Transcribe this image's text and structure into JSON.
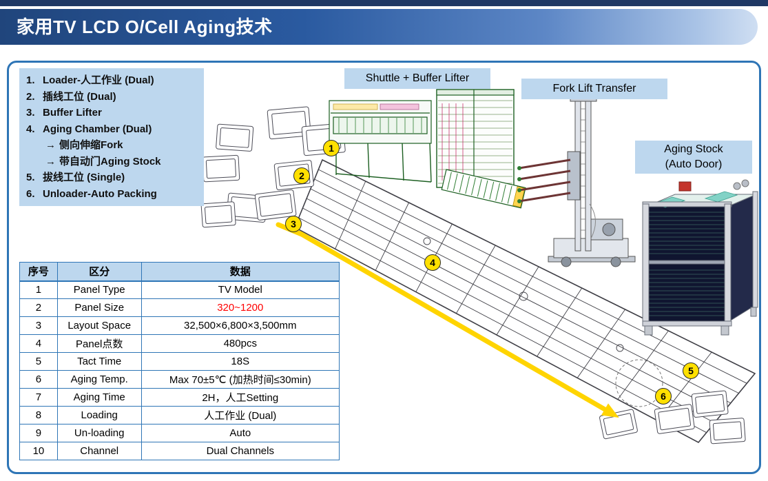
{
  "header": {
    "title": "家用TV LCD O/Cell Aging技术"
  },
  "legend": {
    "items": [
      {
        "marker": "1.",
        "text": "Loader-人工作业 (Dual)",
        "indent": false
      },
      {
        "marker": "2.",
        "text": "插线工位 (Dual)",
        "indent": false
      },
      {
        "marker": "3.",
        "text": "Buffer Lifter",
        "indent": false
      },
      {
        "marker": "4.",
        "text": "Aging Chamber (Dual)",
        "indent": false
      },
      {
        "marker": "→",
        "text": "侧向伸缩Fork",
        "indent": true
      },
      {
        "marker": "→",
        "text": "带自动门Aging Stock",
        "indent": true
      },
      {
        "marker": "5.",
        "text": "拔线工位 (Single)",
        "indent": false
      },
      {
        "marker": "6.",
        "text": "Unloader-Auto Packing",
        "indent": false
      }
    ]
  },
  "diagram": {
    "labels": {
      "shuttle_buffer_lifter": "Shuttle + Buffer Lifter",
      "fork_lift_transfer": "Fork Lift Transfer",
      "aging_stock_line1": "Aging Stock",
      "aging_stock_line2": "(Auto Door)"
    },
    "markers": [
      "1",
      "2",
      "3",
      "4",
      "5",
      "6"
    ]
  },
  "table": {
    "headers": [
      "序号",
      "区分",
      "数据"
    ],
    "rows": [
      {
        "no": "1",
        "category": "Panel Type",
        "value": "TV Model"
      },
      {
        "no": "2",
        "category": "Panel Size",
        "value": "320~1200",
        "value_color": "#FF0000"
      },
      {
        "no": "3",
        "category": "Layout Space",
        "value": "32,500×6,800×3,500mm"
      },
      {
        "no": "4",
        "category": "Panel点数",
        "value": "480pcs"
      },
      {
        "no": "5",
        "category": "Tact Time",
        "value": "18S"
      },
      {
        "no": "6",
        "category": "Aging Temp.",
        "value": "Max 70±5℃ (加热时间≤30min)"
      },
      {
        "no": "7",
        "category": "Aging Time",
        "value": "2H，人工Setting"
      },
      {
        "no": "8",
        "category": "Loading",
        "value": "人工作业 (Dual)"
      },
      {
        "no": "9",
        "category": "Un-loading",
        "value": "Auto"
      },
      {
        "no": "10",
        "category": "Channel",
        "value": "Dual Channels"
      }
    ]
  },
  "colors": {
    "accent_light_blue": "#BDD7EE",
    "header_dark_blue": "#1F3864",
    "header_main_blue": "#2A5AA0",
    "frame_blue": "#2E75B6",
    "highlight_red": "#FF0000",
    "arrow_yellow": "#FFD400",
    "marker_yellow": "#FFE000"
  }
}
